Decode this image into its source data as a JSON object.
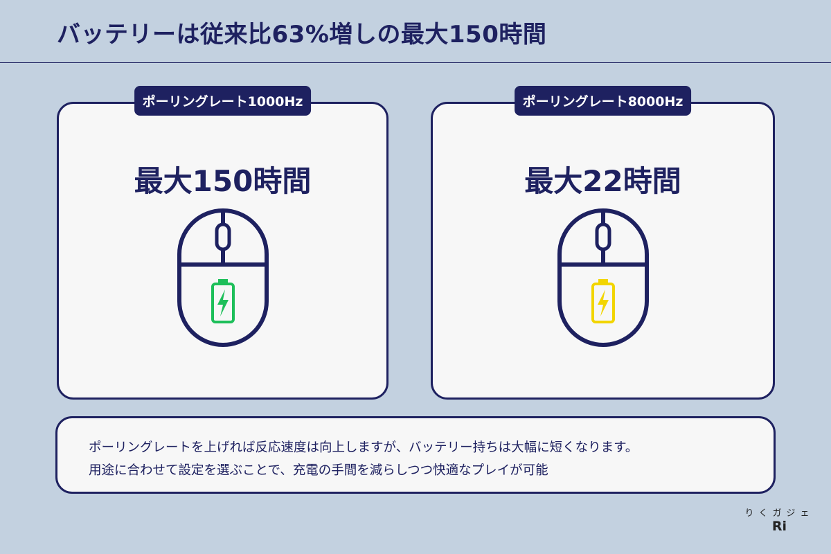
{
  "title": "バッテリーは従来比63%増しの最大150時間",
  "cards": [
    {
      "tag": "ポーリングレート1000Hz",
      "value": "最大150時間",
      "battery_color": "#1ebf5a",
      "icon": "mouse-battery-full-icon"
    },
    {
      "tag": "ポーリングレート8000Hz",
      "value": "最大22時間",
      "battery_color": "#f2d500",
      "icon": "mouse-battery-medium-icon"
    }
  ],
  "note": {
    "lines": [
      "ポーリングレートを上げれば反応速度は向上しますが、バッテリー持ちは大幅に短くなります。",
      "用途に合わせて設定を選ぶことで、充電の手間を減らしつつ快適なプレイが可能"
    ]
  },
  "logo": {
    "kana": "りくガジェ",
    "mark": "Ri"
  },
  "colors": {
    "navy": "#1e2160",
    "background": "#c3d1e0",
    "card": "#f7f7f7"
  }
}
